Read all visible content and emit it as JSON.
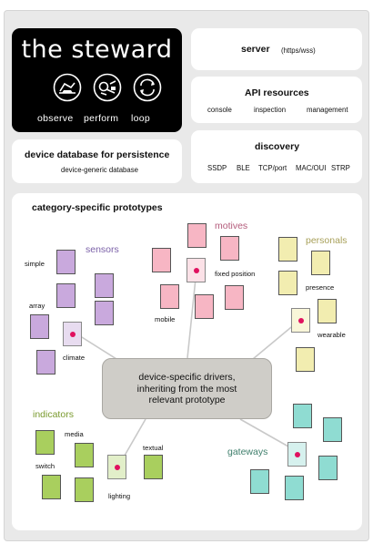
{
  "steward": {
    "title": "the steward",
    "labels": [
      "observe",
      "perform",
      "loop"
    ]
  },
  "server": {
    "title": "server",
    "subtitle": "(https/wss)"
  },
  "api": {
    "title": "API resources",
    "items": [
      "console",
      "inspection",
      "management"
    ]
  },
  "database": {
    "title": "device database for persistence",
    "subtitle": "device-generic database"
  },
  "discovery": {
    "title": "discovery",
    "items": [
      "SSDP",
      "BLE",
      "TCP/port",
      "MAC/OUI",
      "STRP"
    ]
  },
  "prototypes": {
    "title": "category-specific prototypes",
    "hub": [
      "device-specific drivers,",
      "inheriting from the most",
      "relevant prototype"
    ]
  },
  "categories": {
    "sensors": {
      "label": "sensors",
      "color": "#7b61a8",
      "fill": "#c9a9dd",
      "selected_fill": "#e8dcf0",
      "labels": [
        "simple",
        "array",
        "climate"
      ]
    },
    "motives": {
      "label": "motives",
      "color": "#b35a7a",
      "fill": "#f7b6c4",
      "selected_fill": "#fbe1e7",
      "labels": [
        "fixed position",
        "mobile"
      ]
    },
    "personals": {
      "label": "personals",
      "color": "#a8a05a",
      "fill": "#f2edb0",
      "selected_fill": "#f9f6d9",
      "labels": [
        "presence",
        "wearable"
      ]
    },
    "indicators": {
      "label": "indicators",
      "color": "#7a9a2e",
      "fill": "#a9cf5e",
      "selected_fill": "#e2efc9",
      "labels": [
        "media",
        "switch",
        "lighting",
        "textual"
      ]
    },
    "gateways": {
      "label": "gateways",
      "color": "#3f7f6c",
      "fill": "#8fdcd2",
      "selected_fill": "#d6f1ee",
      "labels": []
    }
  }
}
